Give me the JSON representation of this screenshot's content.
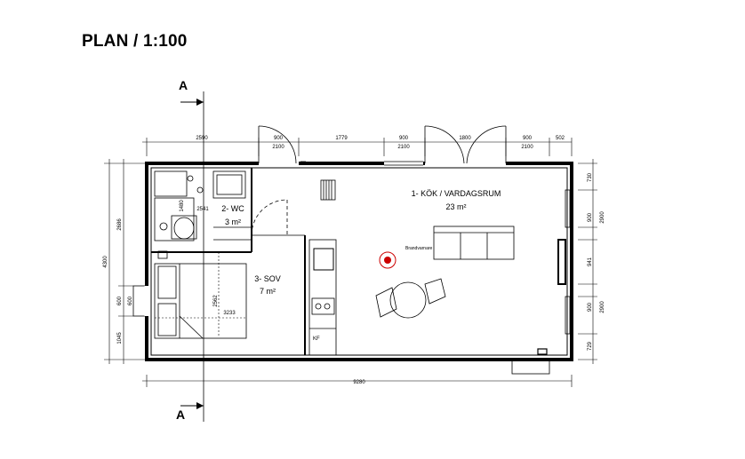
{
  "title": "PLAN / 1:100",
  "section_marker": "A",
  "rooms": [
    {
      "name": "1- KÖK / VARDAGSRUM",
      "area": "23 m²"
    },
    {
      "name": "2- WC",
      "area": "3 m²"
    },
    {
      "name": "3- SOV",
      "area": "7 m²"
    }
  ],
  "labels": {
    "smoke_detector": "Brandvarnare",
    "fridge": "KF"
  },
  "dimensions": {
    "top": [
      "2590",
      "900",
      "2100",
      "1779",
      "900",
      "2100",
      "1800",
      "900",
      "2100",
      "502"
    ],
    "bottom": "9280",
    "left": [
      "2686",
      "4300",
      "600",
      "600",
      "1045"
    ],
    "right": [
      "730",
      "900",
      "2900",
      "941",
      "900",
      "2900",
      "729"
    ],
    "interior": [
      "2541",
      "1480",
      "2562",
      "3233"
    ]
  }
}
